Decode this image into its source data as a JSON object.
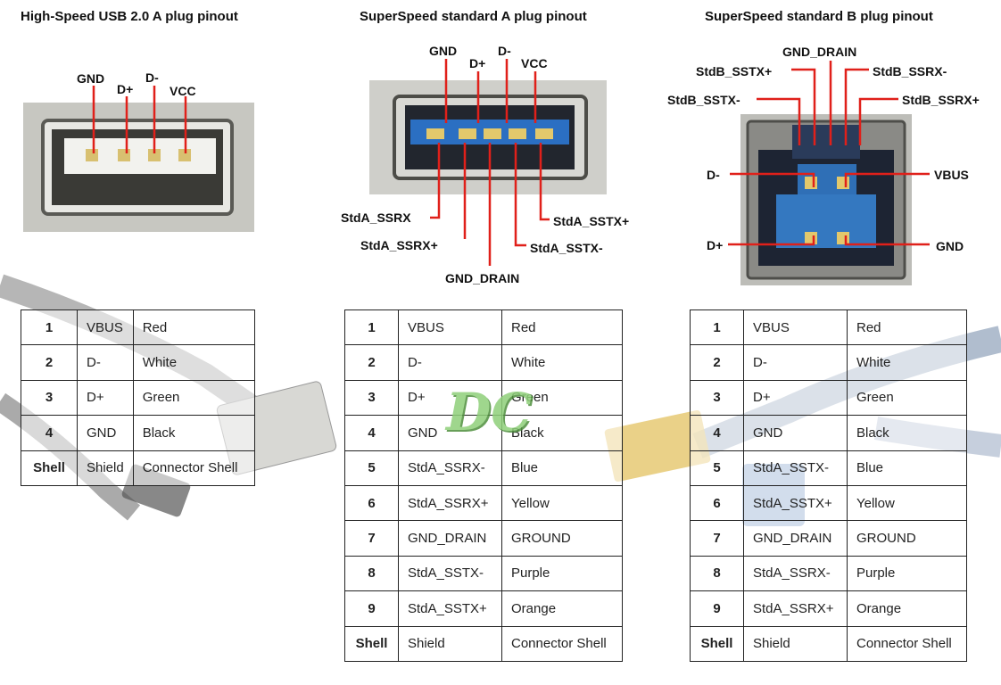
{
  "titles": {
    "a_usb2": "High-Speed USB 2.0 A plug pinout",
    "a_ss": "SuperSpeed standard A plug pinout",
    "b_ss": "SuperSpeed standard B plug pinout"
  },
  "usb2_labels": {
    "gnd": "GND",
    "dplus": "D+",
    "dminus": "D-",
    "vcc": "VCC"
  },
  "ssa_labels": {
    "gnd": "GND",
    "dplus": "D+",
    "dminus": "D-",
    "vcc": "VCC",
    "ssrx_minus": "StdA_SSRX",
    "ssrx_plus": "StdA_SSRX+",
    "gnd_drain": "GND_DRAIN",
    "sstx_minus": "StdA_SSTX-",
    "sstx_plus": "StdA_SSTX+"
  },
  "ssb_labels": {
    "gnd_drain": "GND_DRAIN",
    "sstx_plus": "StdB_SSTX+",
    "ssrx_minus": "StdB_SSRX-",
    "sstx_minus": "StdB_SSTX-",
    "ssrx_plus": "StdB_SSRX+",
    "dminus": "D-",
    "vbus": "VBUS",
    "dplus": "D+",
    "gnd": "GND"
  },
  "logo_text": "DC",
  "table_usb2": [
    [
      "1",
      "VBUS",
      "Red"
    ],
    [
      "2",
      "D-",
      "White"
    ],
    [
      "3",
      "D+",
      "Green"
    ],
    [
      "4",
      "GND",
      "Black"
    ],
    [
      "Shell",
      "Shield",
      "Connector Shell"
    ]
  ],
  "table_ssa": [
    [
      "1",
      "VBUS",
      "Red"
    ],
    [
      "2",
      "D-",
      "White"
    ],
    [
      "3",
      "D+",
      "Green"
    ],
    [
      "4",
      "GND",
      "Black"
    ],
    [
      "5",
      "StdA_SSRX-",
      "Blue"
    ],
    [
      "6",
      "StdA_SSRX+",
      "Yellow"
    ],
    [
      "7",
      "GND_DRAIN",
      "GROUND"
    ],
    [
      "8",
      "StdA_SSTX-",
      "Purple"
    ],
    [
      "9",
      "StdA_SSTX+",
      "Orange"
    ],
    [
      "Shell",
      "Shield",
      "Connector Shell"
    ]
  ],
  "table_ssb": [
    [
      "1",
      "VBUS",
      "Red"
    ],
    [
      "2",
      "D-",
      "White"
    ],
    [
      "3",
      "D+",
      "Green"
    ],
    [
      "4",
      "GND",
      "Black"
    ],
    [
      "5",
      "StdA_SSTX-",
      "Blue"
    ],
    [
      "6",
      "StdA_SSTX+",
      "Yellow"
    ],
    [
      "7",
      "GND_DRAIN",
      "GROUND"
    ],
    [
      "8",
      "StdA_SSRX-",
      "Purple"
    ],
    [
      "9",
      "StdA_SSRX+",
      "Orange"
    ],
    [
      "Shell",
      "Shield",
      "Connector Shell"
    ]
  ],
  "colors": {
    "line": "#e0201a",
    "port_blue": "#2f6fb6",
    "metal": "#b8b8b0"
  }
}
